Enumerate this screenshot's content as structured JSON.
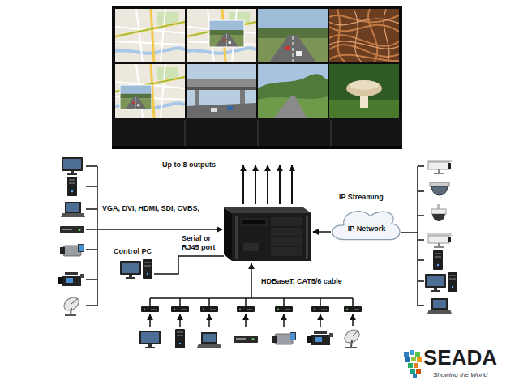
{
  "diagram": {
    "nodes": [
      {
        "text": [
          "IP Network"
        ]
      },
      {
        "text": [
          "Control PC"
        ]
      }
    ],
    "labels": [
      "Up to 8 outputs",
      "IP Streaming",
      "VGA, DVI, HDMI, SDI, CVBS,",
      "Serial or RJ45 port",
      "HDBaseT, CAT5/6 cable",
      "SEADA",
      "Showing the World"
    ]
  }
}
